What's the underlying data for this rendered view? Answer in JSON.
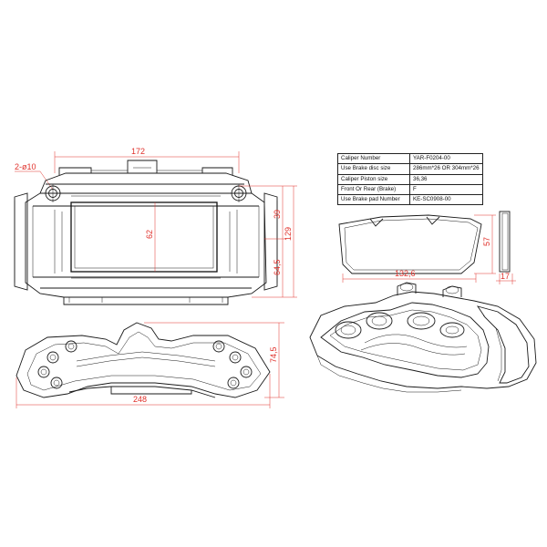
{
  "dimensions": {
    "front_width": "172",
    "hole": "2-ø10",
    "window_height": "62",
    "upper_height": "39",
    "total_height": "129",
    "lower_height": "64,5",
    "pad_height": "57",
    "pad_width": "132,6",
    "pad_thickness": "17",
    "top_height": "74,5",
    "total_length": "248"
  },
  "spec_table": [
    {
      "label": "Caliper Number",
      "value": "YAR-F0204-00"
    },
    {
      "label": "Use Brake disc  size",
      "value": "286mm*26 OR 304mm*26"
    },
    {
      "label": "Caliper Piston size",
      "value": "36,36"
    },
    {
      "label": "Front Or Rear (Brake)",
      "value": "F"
    },
    {
      "label": "Use Brake  pad Number",
      "value": "KE-SC0908-00"
    }
  ],
  "colors": {
    "dimension": "#e0312b",
    "line": "#1a1a1a"
  }
}
